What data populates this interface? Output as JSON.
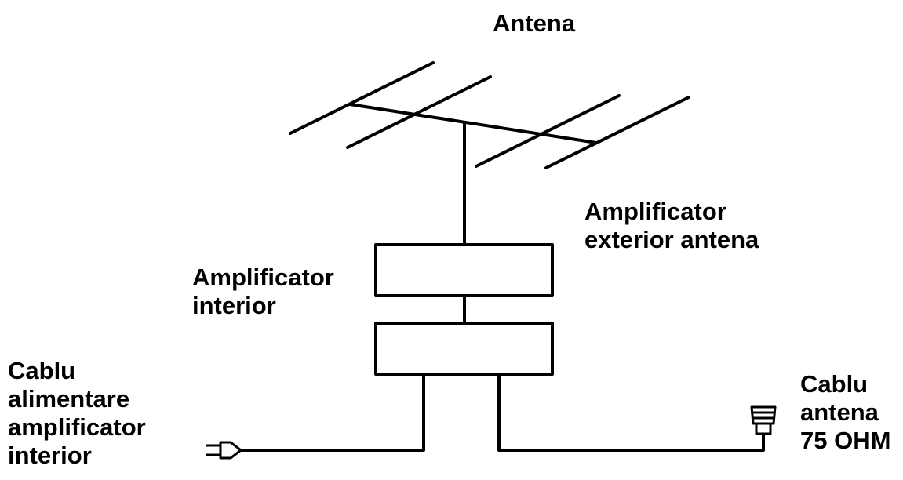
{
  "labels": {
    "antenna": [
      "Antena"
    ],
    "outdoor_amplifier": [
      "Amplificator",
      "exterior antena"
    ],
    "indoor_amplifier": [
      "Amplificator",
      "interior"
    ],
    "power_cable": [
      "Cablu",
      "alimentare",
      "amplificator",
      "interior"
    ],
    "antenna_cable": [
      "Cablu",
      "antena",
      "75 OHM"
    ]
  },
  "colors": {
    "line": "#000000",
    "background": "#ffffff"
  },
  "icons": {
    "plug": "power-plug-icon",
    "connector": "coax-connector-icon"
  }
}
